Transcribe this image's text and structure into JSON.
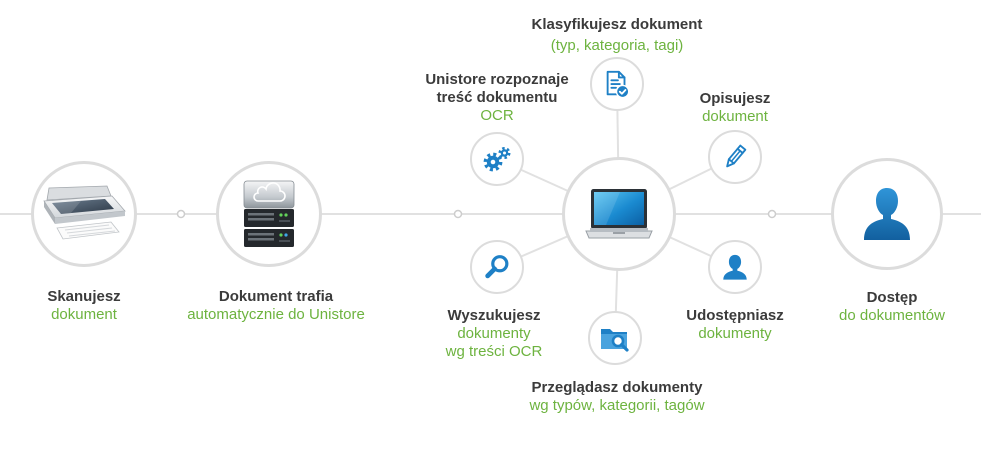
{
  "colors": {
    "background": "#ffffff",
    "title_text": "#3b3b3b",
    "accent_green": "#6db33f",
    "icon_blue": "#1e80c6",
    "connector_gray": "#e1e1e1",
    "ring_gray": "#dcdcdc"
  },
  "nodes": {
    "scan": {
      "icon": "scanner-icon",
      "title": "Skanujesz",
      "subtitle": [
        "dokument"
      ]
    },
    "upload": {
      "icon": "server-cloud-icon",
      "title": "Dokument trafia",
      "subtitle": [
        "automatycznie do Unistore"
      ]
    },
    "hub": {
      "icon": "laptop-icon"
    },
    "classify": {
      "icon": "document-check-icon",
      "title": "Klasyfikujesz dokument",
      "subtitle": [
        "(typ, kategoria, tagi)"
      ]
    },
    "ocr": {
      "icon": "gears-icon",
      "title": [
        "Unistore rozpoznaje",
        "treść dokumentu"
      ],
      "subtitle": [
        "OCR"
      ]
    },
    "describe": {
      "icon": "pencil-icon",
      "title": "Opisujesz",
      "subtitle": [
        "dokument"
      ]
    },
    "search": {
      "icon": "magnifier-icon",
      "title": "Wyszukujesz",
      "subtitle": [
        "dokumenty",
        "wg treści OCR"
      ]
    },
    "share": {
      "icon": "user-icon",
      "title": "Udostępniasz",
      "subtitle": [
        "dokumenty"
      ]
    },
    "browse": {
      "icon": "folder-search-icon",
      "title": "Przeglądasz dokumenty",
      "subtitle": [
        "wg typów, kategorii, tagów"
      ]
    },
    "access": {
      "icon": "user-silhouette-icon",
      "title": "Dostęp",
      "subtitle": [
        "do dokumentów"
      ]
    }
  }
}
